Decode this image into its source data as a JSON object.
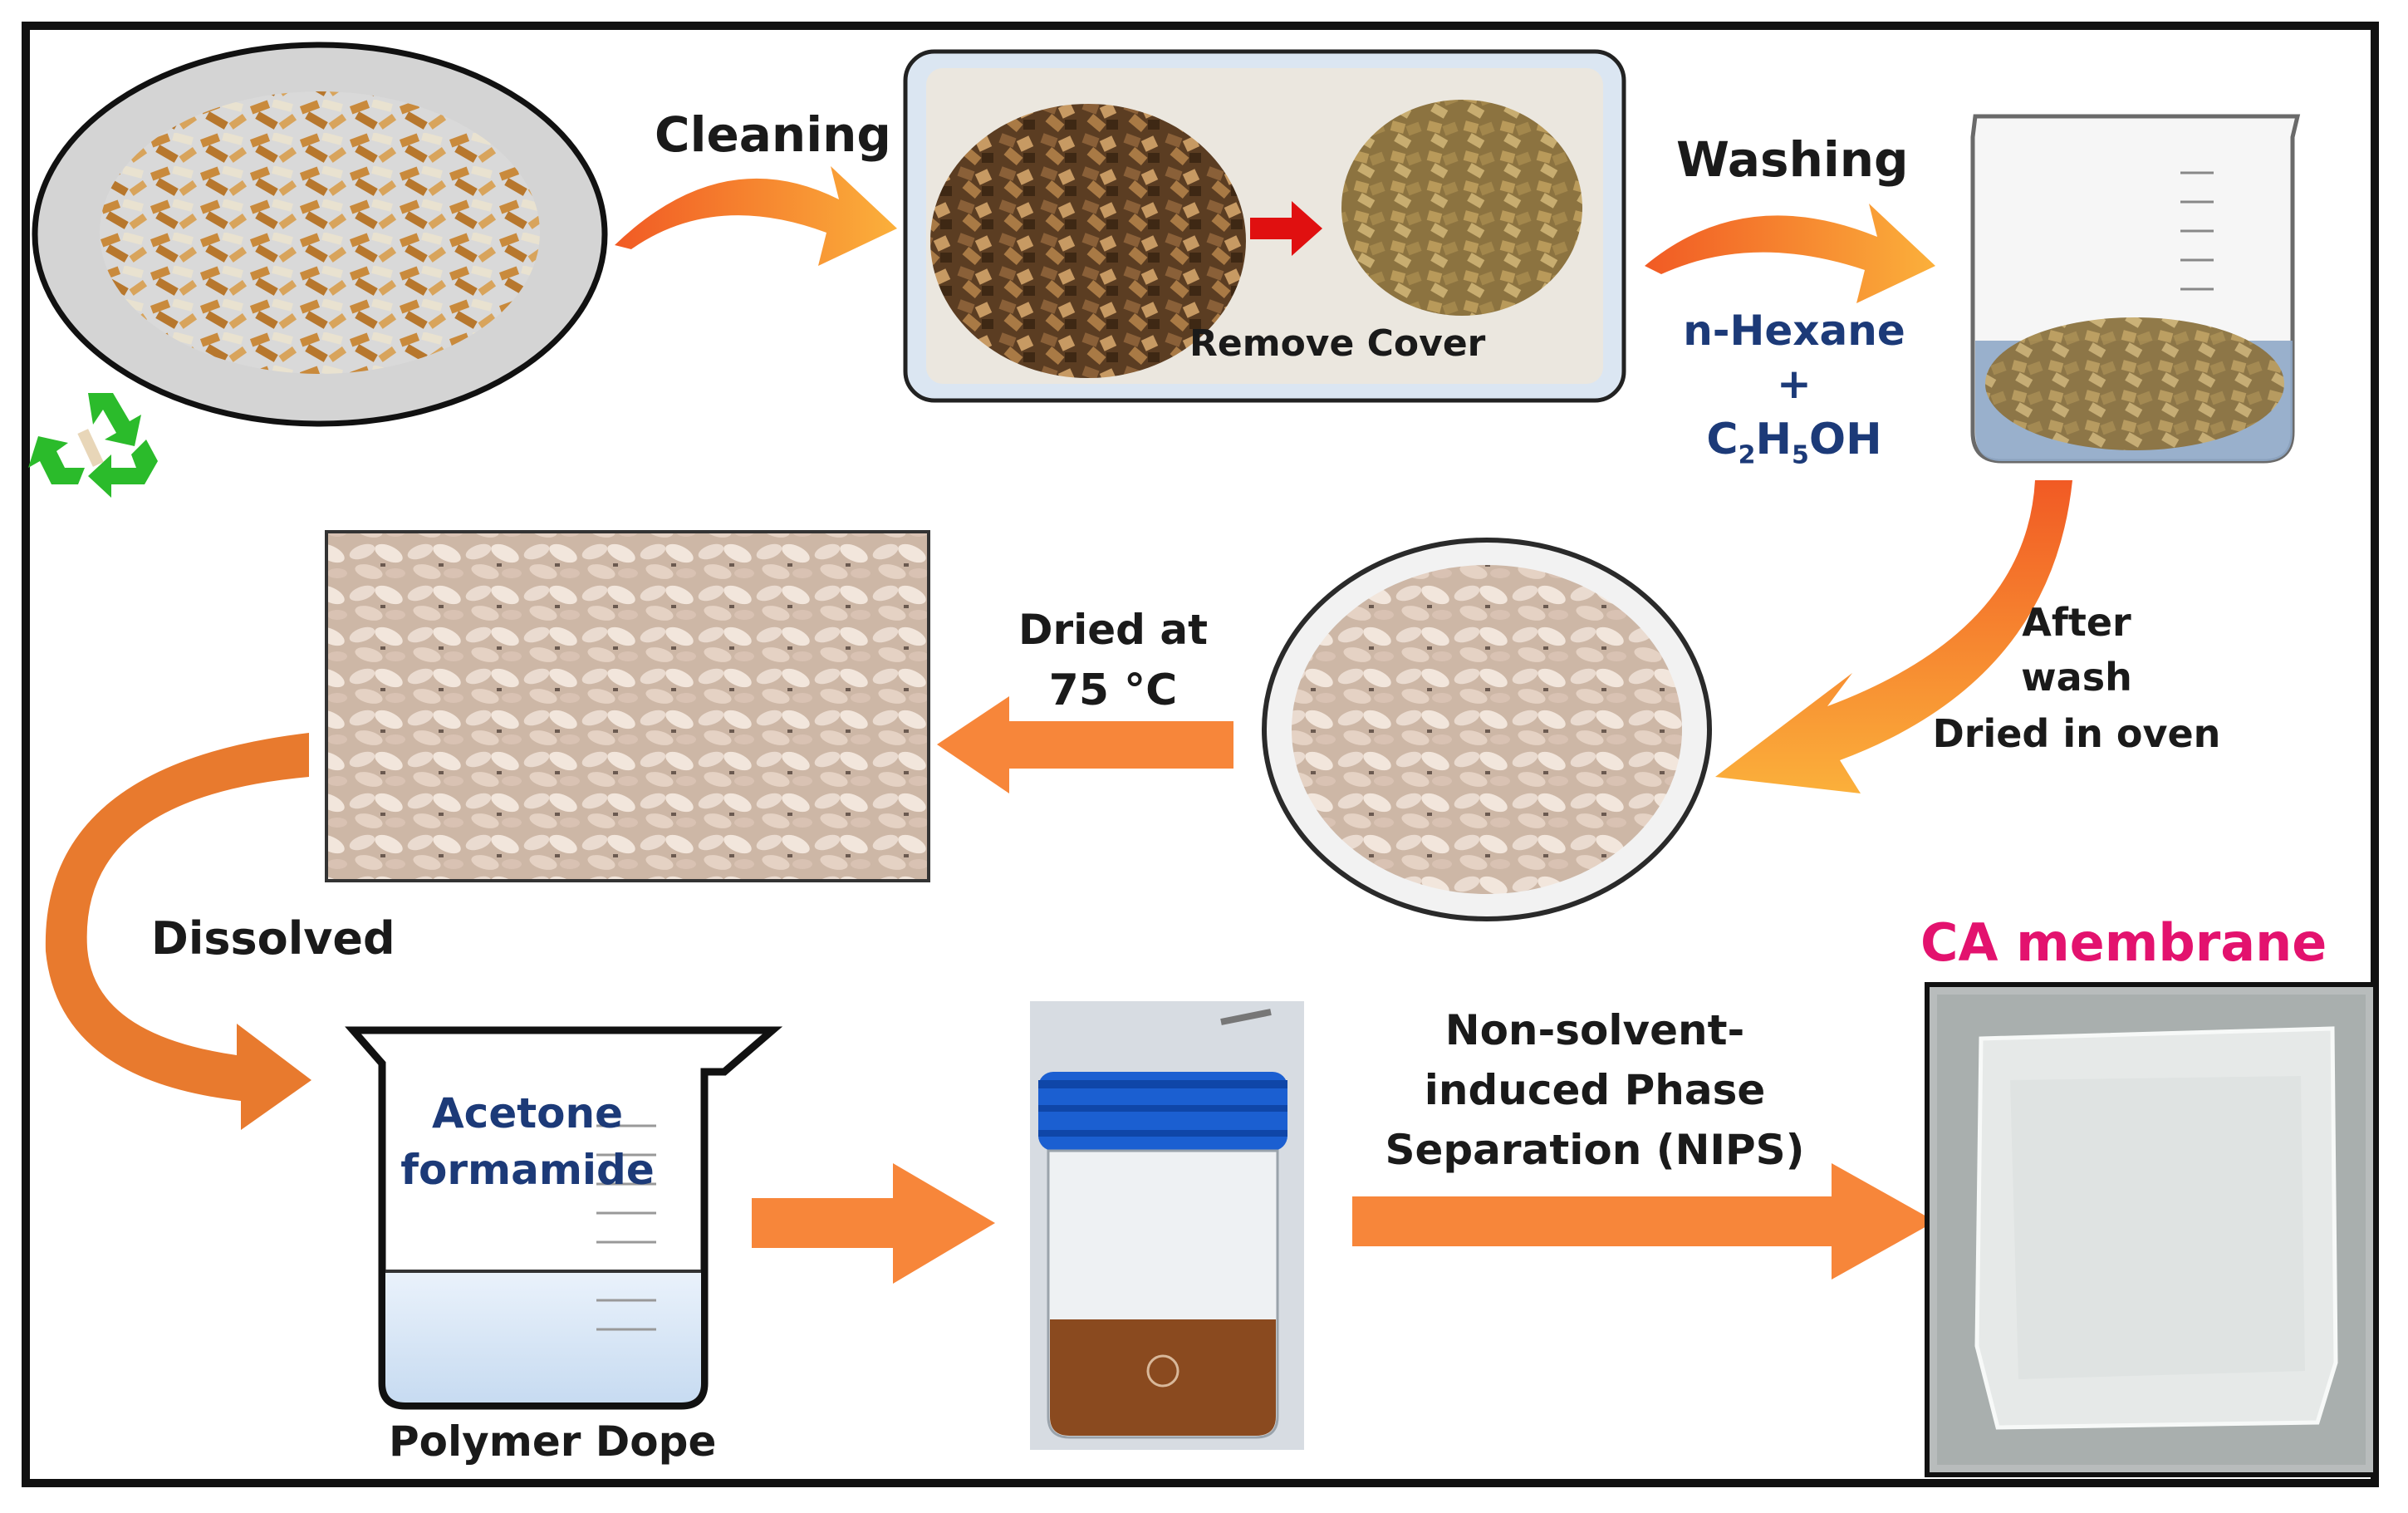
{
  "labels": {
    "cleaning": "Cleaning",
    "remove_cover": "Remove Cover",
    "washing": "Washing",
    "solvent_line1": "n-Hexane",
    "solvent_plus": "+",
    "solvent_c": "C",
    "solvent_sub2": "2",
    "solvent_h": "H",
    "solvent_sub5": "5",
    "solvent_oh": "OH",
    "after_wash_line1": "After",
    "after_wash_line2": "wash",
    "after_wash_line3": "Dried in oven",
    "dried_at_line1": "Dried at",
    "dried_at_line2": "75 °C",
    "dissolved": "Dissolved",
    "beaker_line1": "Acetone",
    "beaker_line2": "formamide",
    "polymer_dope": "Polymer Dope",
    "nips_line1": "Non-solvent-",
    "nips_line2": "induced Phase",
    "nips_line3": "Separation (NIPS)",
    "ca_membrane": "CA membrane"
  },
  "icons": [
    "recycle-icon"
  ],
  "colors": {
    "arrow_orange": "#f7863a",
    "arrow_gold": "#f8b21a",
    "solvent_blue": "#1c3a78",
    "membrane_pink": "#e3126e",
    "recycle_green": "#2bbb2b",
    "red_arrow": "#e01010"
  }
}
